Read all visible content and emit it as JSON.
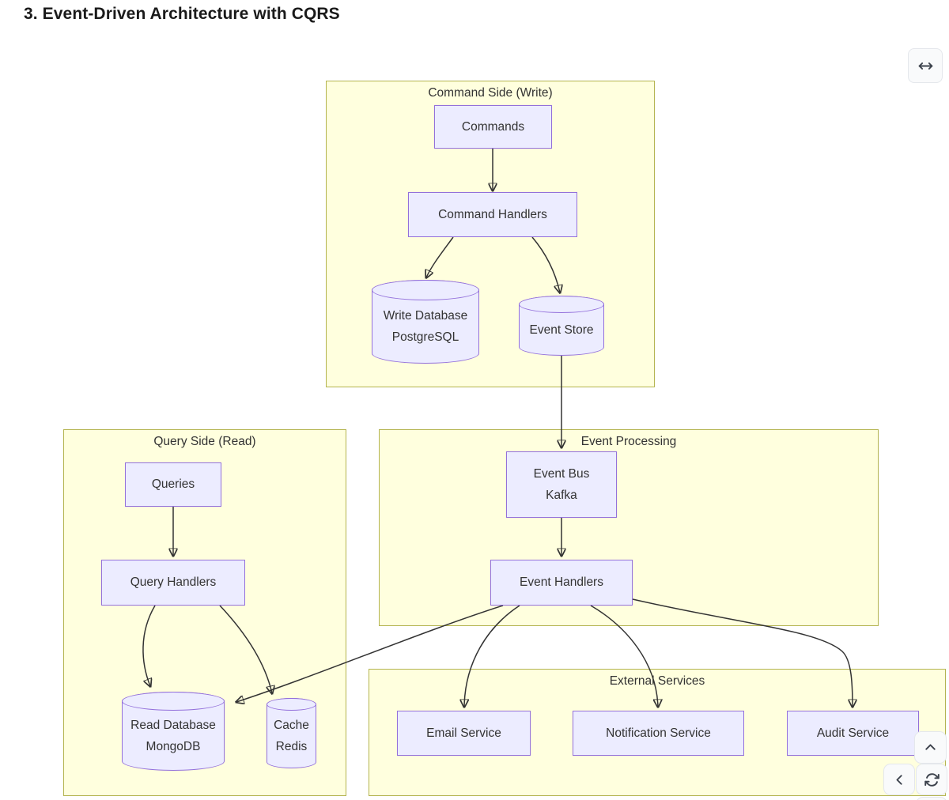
{
  "page": {
    "title": "3. Event-Driven Architecture with CQRS"
  },
  "colors": {
    "node_fill": "#ECECFF",
    "node_border": "#9370DB",
    "cluster_fill": "#FFFFDE",
    "cluster_border": "#B4B44F",
    "edge": "#333333",
    "background": "#FFFFFF"
  },
  "controls": {
    "expand_icon": "arrows-left-right",
    "up_icon": "chevron-up",
    "back_icon": "chevron-left",
    "refresh_icon": "refresh-cycle"
  },
  "diagram": {
    "clusters": {
      "command_side": {
        "label": "Command Side (Write)"
      },
      "query_side": {
        "label": "Query Side (Read)"
      },
      "event_processing": {
        "label": "Event Processing"
      },
      "external_services": {
        "label": "External Services"
      }
    },
    "nodes": {
      "commands": {
        "label": "Commands",
        "shape": "rect"
      },
      "command_handlers": {
        "label": "Command Handlers",
        "shape": "rect"
      },
      "write_db": {
        "label": "Write Database",
        "sublabel": "PostgreSQL",
        "shape": "cylinder"
      },
      "event_store": {
        "label": "Event Store",
        "shape": "cylinder"
      },
      "queries": {
        "label": "Queries",
        "shape": "rect"
      },
      "query_handlers": {
        "label": "Query Handlers",
        "shape": "rect"
      },
      "read_db": {
        "label": "Read Database",
        "sublabel": "MongoDB",
        "shape": "cylinder"
      },
      "cache": {
        "label": "Cache",
        "sublabel": "Redis",
        "shape": "cylinder"
      },
      "event_bus": {
        "label": "Event Bus",
        "sublabel": "Kafka",
        "shape": "rect"
      },
      "event_handlers": {
        "label": "Event Handlers",
        "shape": "rect"
      },
      "email_service": {
        "label": "Email Service",
        "shape": "rect"
      },
      "notification_service": {
        "label": "Notification Service",
        "shape": "rect"
      },
      "audit_service": {
        "label": "Audit Service",
        "shape": "rect"
      }
    },
    "edges": [
      {
        "from": "Commands",
        "to": "Command Handlers"
      },
      {
        "from": "Command Handlers",
        "to": "Write Database PostgreSQL"
      },
      {
        "from": "Command Handlers",
        "to": "Event Store"
      },
      {
        "from": "Event Store",
        "to": "Event Bus Kafka"
      },
      {
        "from": "Event Bus Kafka",
        "to": "Event Handlers"
      },
      {
        "from": "Queries",
        "to": "Query Handlers"
      },
      {
        "from": "Query Handlers",
        "to": "Read Database MongoDB"
      },
      {
        "from": "Query Handlers",
        "to": "Cache Redis"
      },
      {
        "from": "Event Handlers",
        "to": "Read Database MongoDB"
      },
      {
        "from": "Event Handlers",
        "to": "Email Service"
      },
      {
        "from": "Event Handlers",
        "to": "Notification Service"
      },
      {
        "from": "Event Handlers",
        "to": "Audit Service"
      }
    ]
  }
}
